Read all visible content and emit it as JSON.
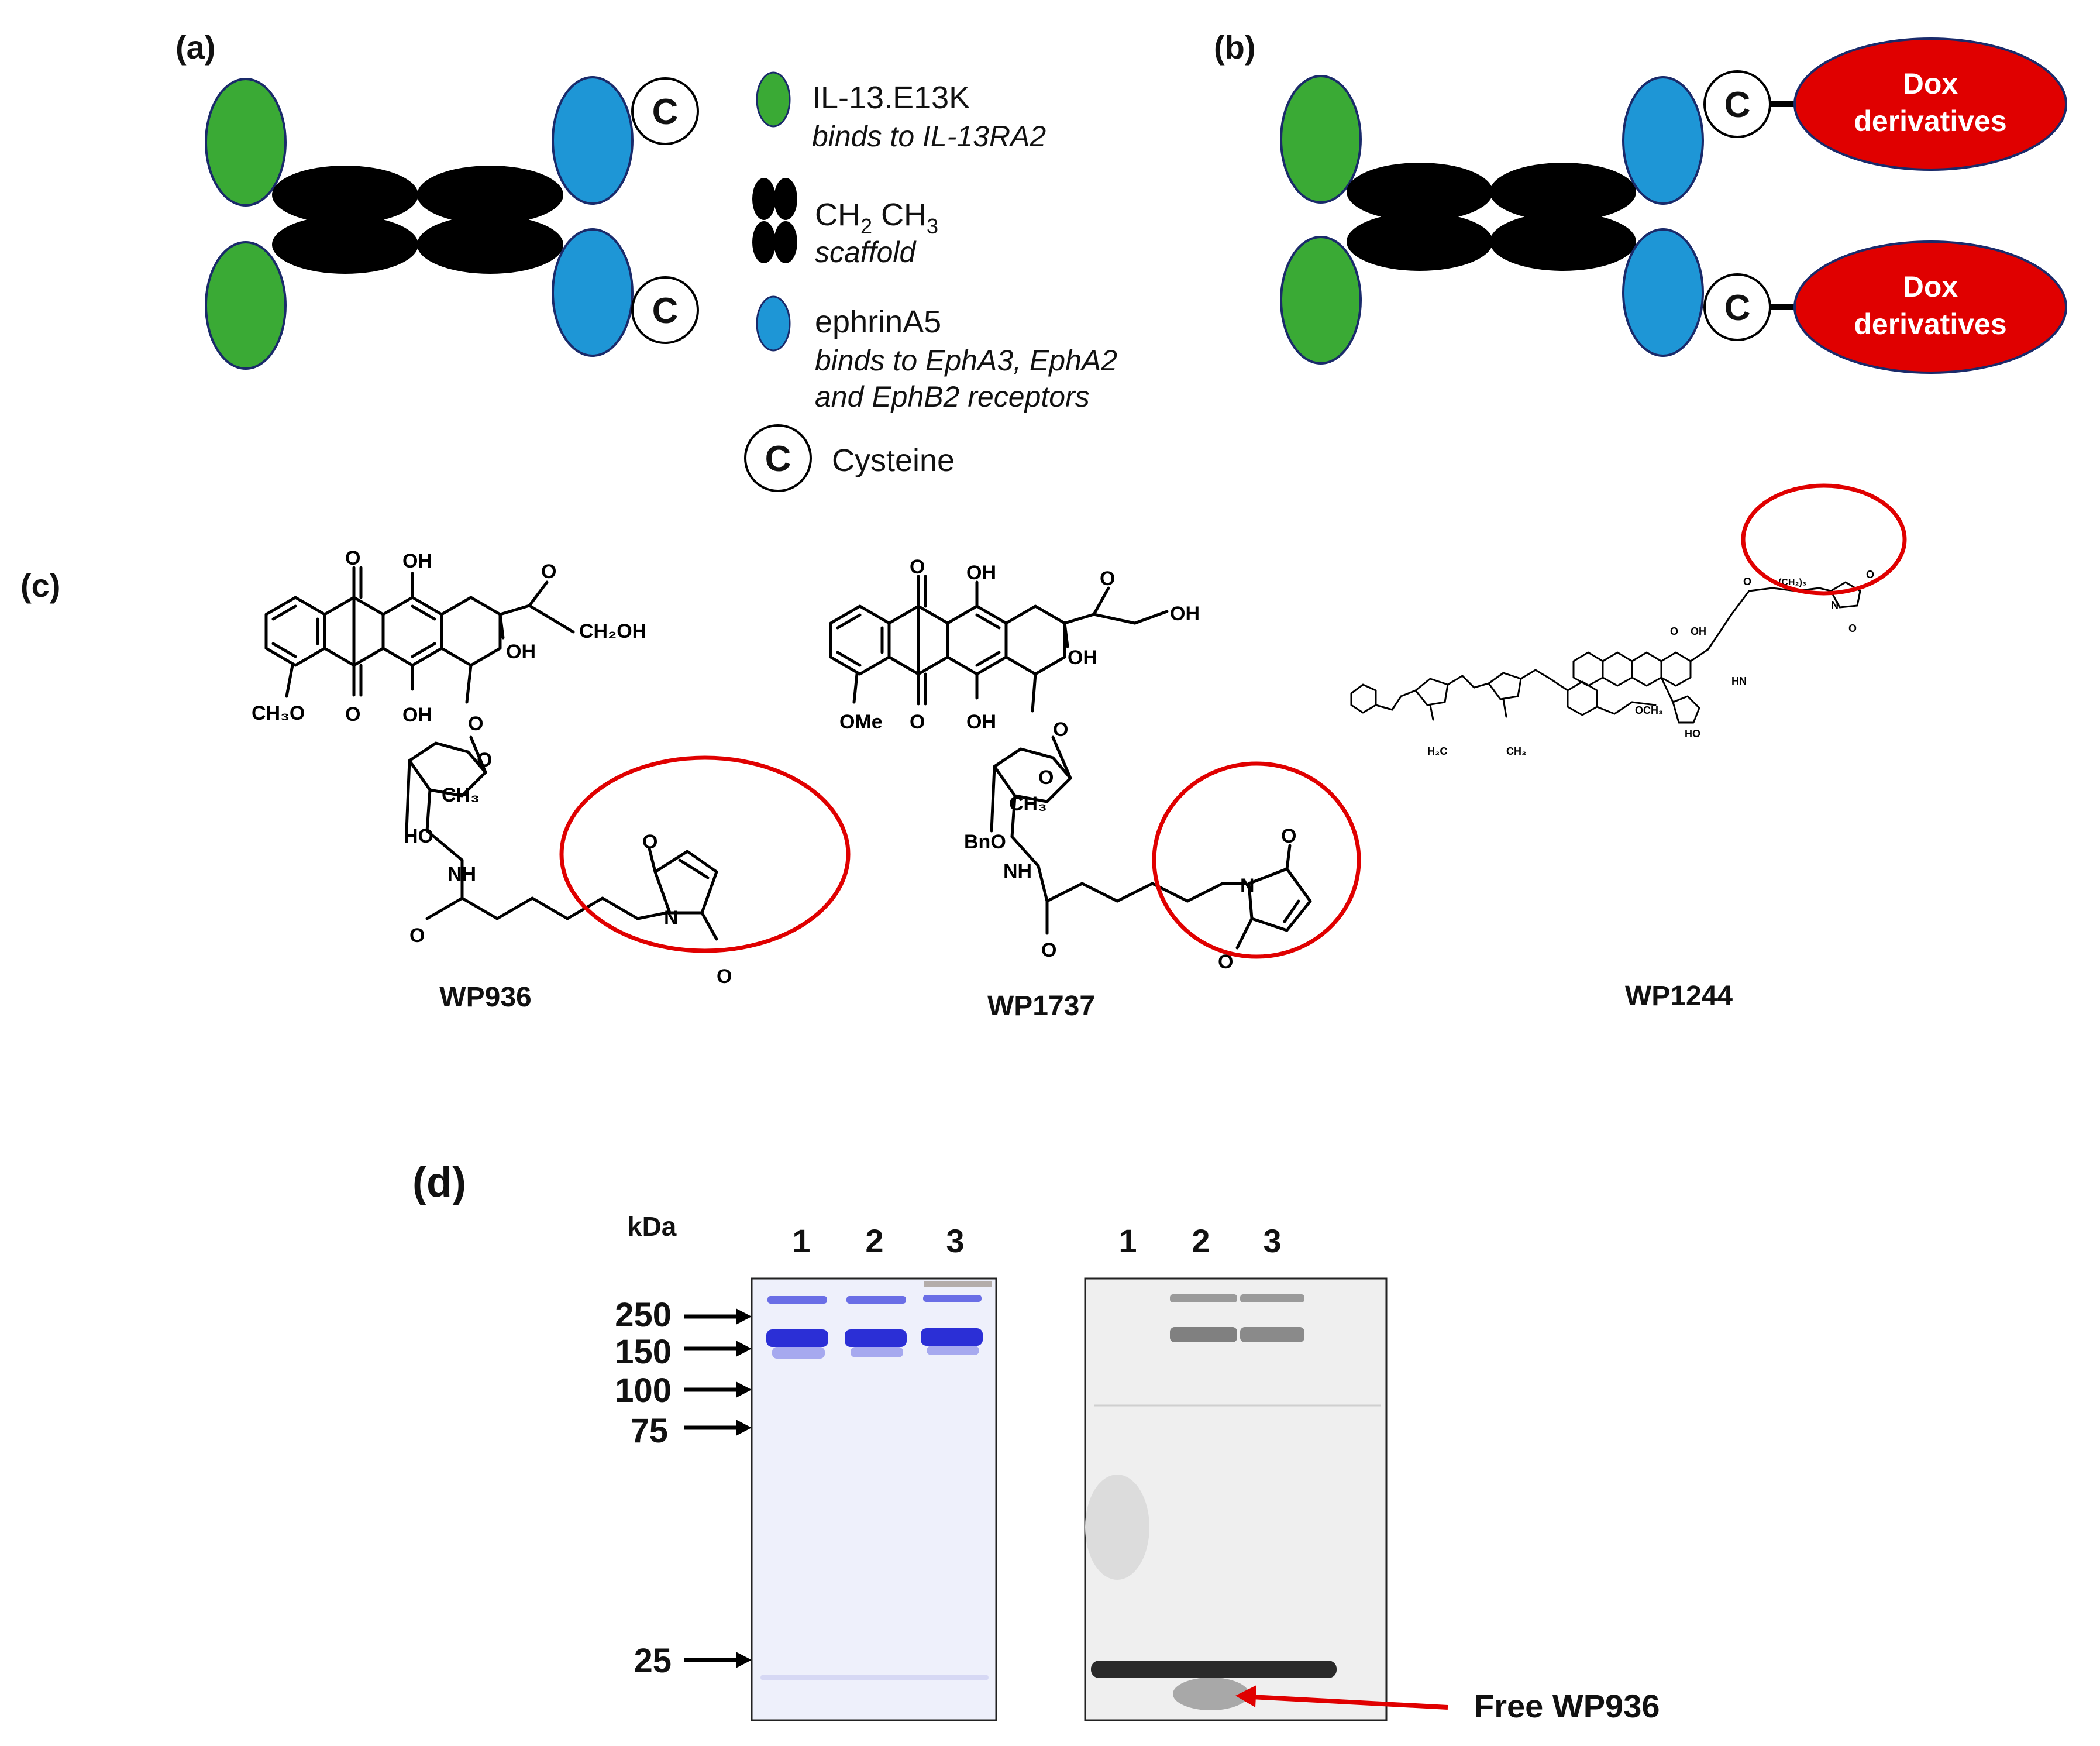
{
  "panels": {
    "a": {
      "label": "(a)"
    },
    "b": {
      "label": "(b)"
    },
    "c": {
      "label": "(c)"
    },
    "d": {
      "label": "(d)"
    }
  },
  "cysteine_letter": "C",
  "legend": {
    "il13": {
      "name": "IL-13.E13K",
      "desc": "binds to IL-13RA2"
    },
    "scaffold": {
      "name_main": "CH",
      "sub1": "2",
      "name_mid": " CH",
      "sub2": "3",
      "desc": "scaffold"
    },
    "ephrin": {
      "name": "ephrinA5",
      "desc1": "binds to EphA3, EphA2",
      "desc2": "and EphB2 receptors"
    },
    "cysteine": {
      "name": "Cysteine"
    }
  },
  "payload_label": {
    "line1": "Dox",
    "line2": "derivatives"
  },
  "compounds": {
    "wp936": {
      "name": "WP936"
    },
    "wp1737": {
      "name": "WP1737"
    },
    "wp1244": {
      "name": "WP1244"
    }
  },
  "gel": {
    "kda_label": "kDa",
    "lanes": [
      "1",
      "2",
      "3"
    ],
    "markers": [
      "250",
      "150",
      "100",
      "75",
      "25"
    ],
    "free_label": "Free WP936"
  },
  "colors": {
    "il13_green": "#3aaa35",
    "ephrin_blue": "#1e96d6",
    "scaffold_black": "#000000",
    "dox_red": "#e00000",
    "coomassie_band": "#2b2fd6",
    "highlight_red": "#e00000"
  }
}
